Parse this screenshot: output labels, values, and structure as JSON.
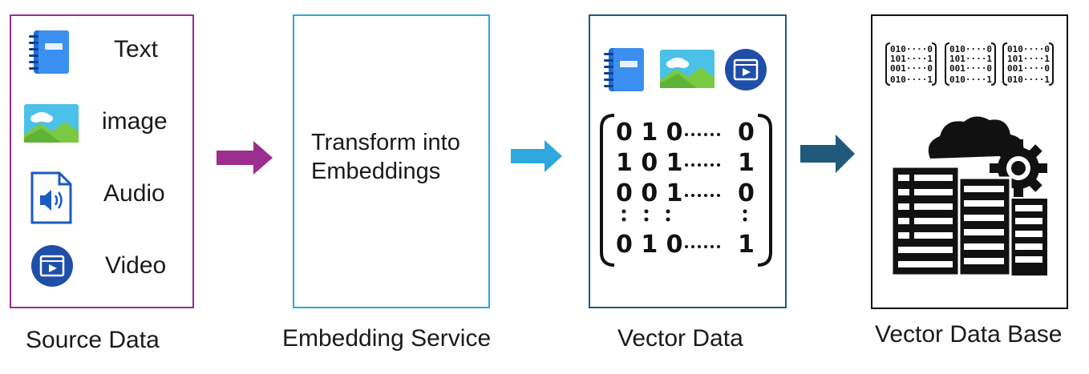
{
  "source": {
    "items": [
      {
        "icon": "notebook-icon",
        "label": "Text"
      },
      {
        "icon": "image-icon",
        "label": "image"
      },
      {
        "icon": "audio-file-icon",
        "label": "Audio"
      },
      {
        "icon": "video-icon",
        "label": "Video"
      }
    ],
    "caption": "Source Data",
    "border_color": "#9b2d8e"
  },
  "embedding": {
    "line1": "Transform into",
    "line2": "Embeddings",
    "caption": "Embedding Service",
    "border_color": "#2ea7df"
  },
  "vector": {
    "caption": "Vector Data",
    "border_color": "#1f5a7a",
    "matrix_rows": [
      "0 1 0",
      "1 0 1",
      "0 0 1",
      "0 1 0"
    ],
    "matrix_last": [
      "0",
      "1",
      "0",
      "1"
    ]
  },
  "database": {
    "caption": "Vector Data Base",
    "border_color": "#111111"
  },
  "arrows": [
    "#9b2d8e",
    "#2ea7df",
    "#1f5a7a"
  ]
}
